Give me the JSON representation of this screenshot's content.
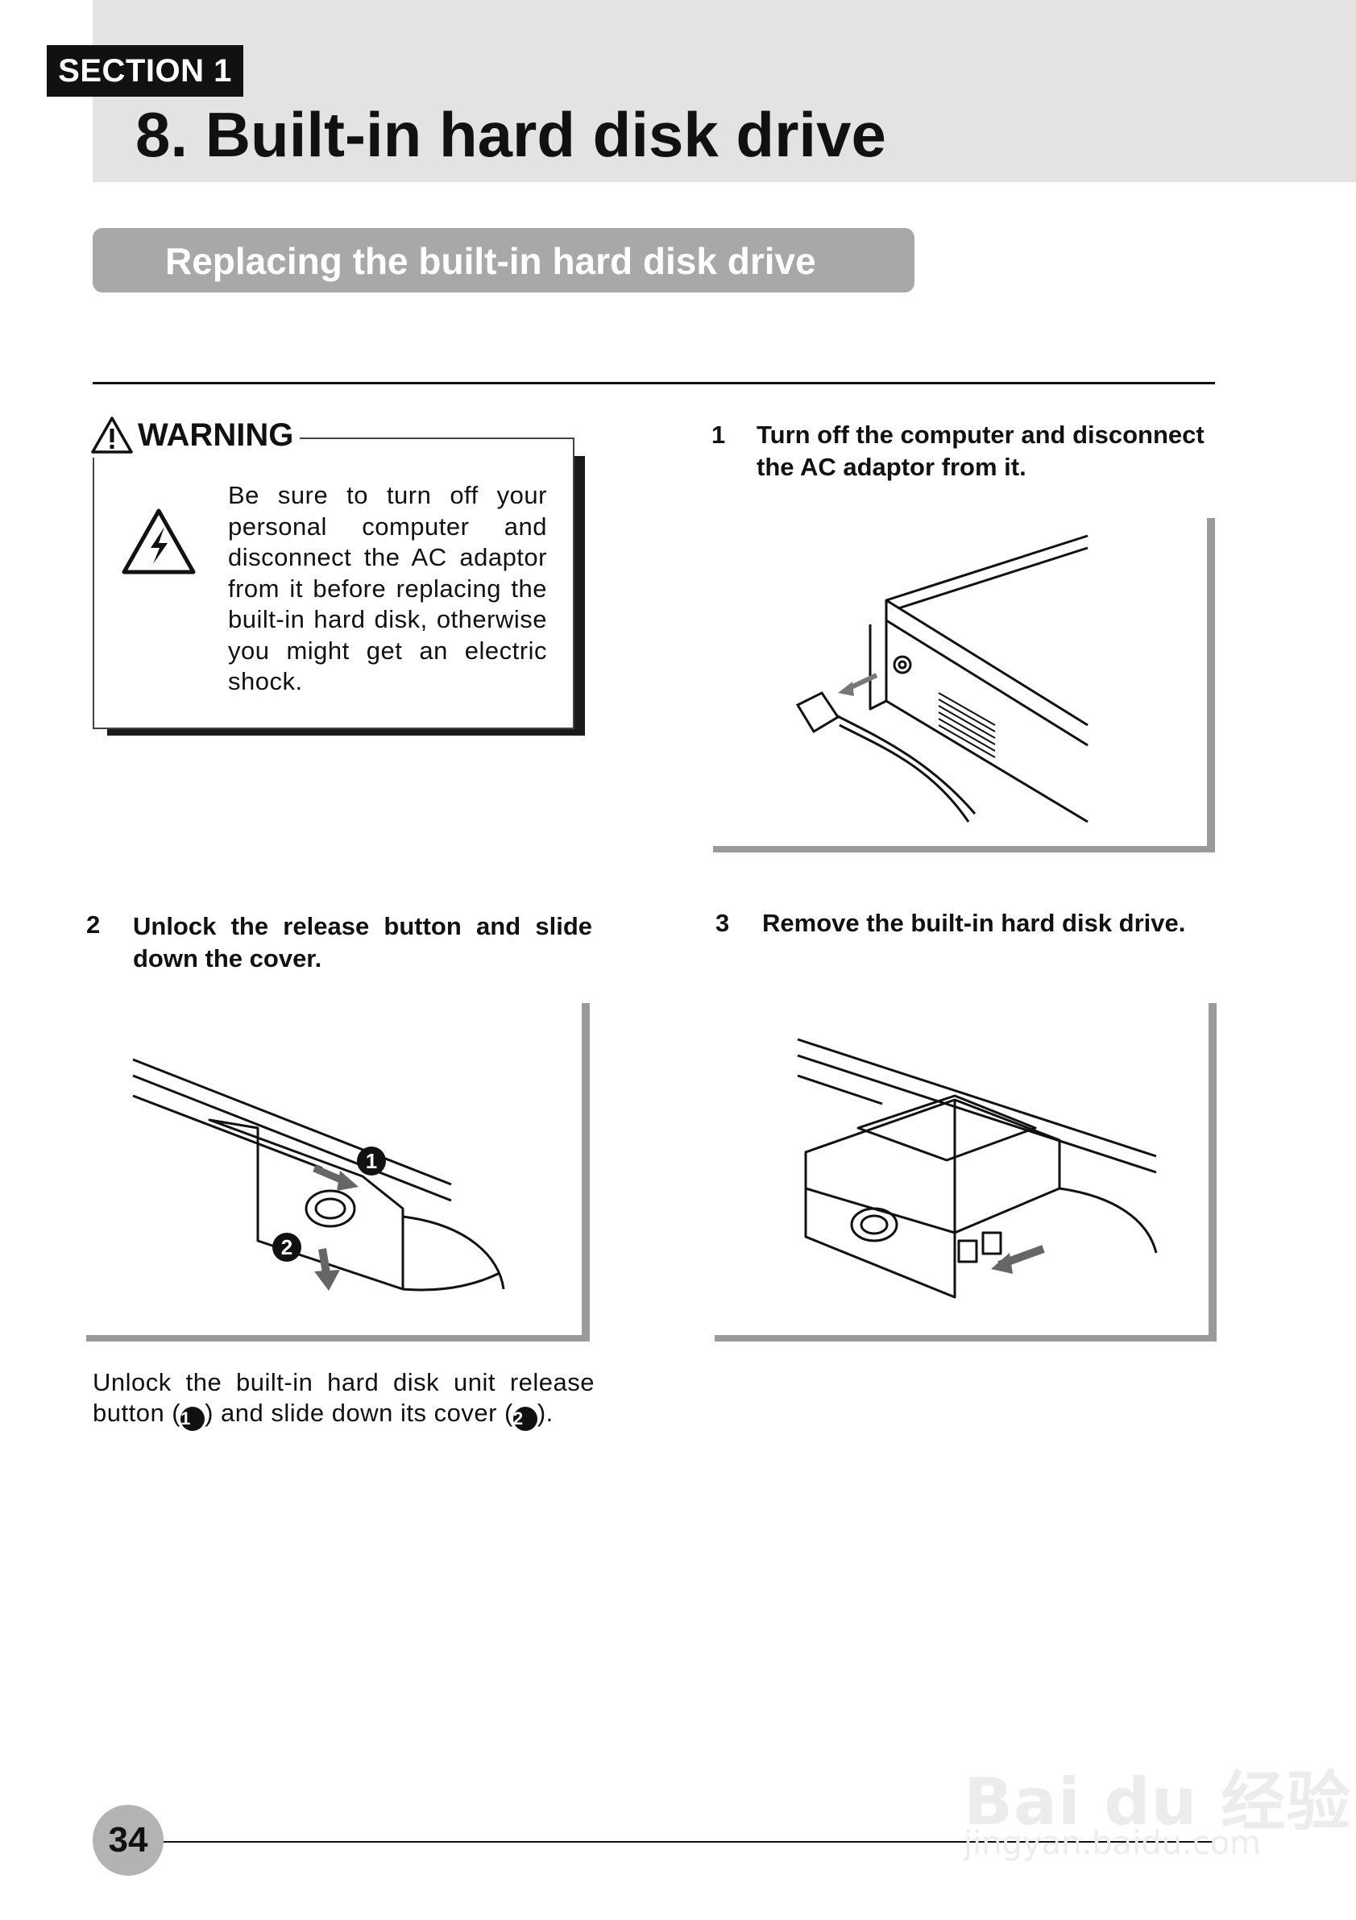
{
  "header": {
    "section_label": "SECTION 1",
    "title": "8. Built-in hard disk drive"
  },
  "subtitle": "Replacing the built-in hard disk drive",
  "warning": {
    "title": "WARNING",
    "text": "Be sure to turn off your personal computer and disconnect the AC adaptor from it before replacing the built-in hard disk, otherwise you might get an electric shock."
  },
  "steps": [
    {
      "number": "1",
      "text": "Turn off the computer and disconnect the AC adaptor from it."
    },
    {
      "number": "2",
      "text": "Unlock the release button and slide down the cover."
    },
    {
      "number": "3",
      "text": "Remove the built-in hard disk drive."
    }
  ],
  "callouts": {
    "one": "1",
    "two": "2"
  },
  "caption": {
    "part1": "Unlock the built-in hard disk unit release button (",
    "part2": ") and slide down its cover (",
    "part3": ")."
  },
  "footer": {
    "page_number": "34"
  },
  "watermark": {
    "brand": "Bai du 经验",
    "url": "jingyan.baidu.com"
  }
}
